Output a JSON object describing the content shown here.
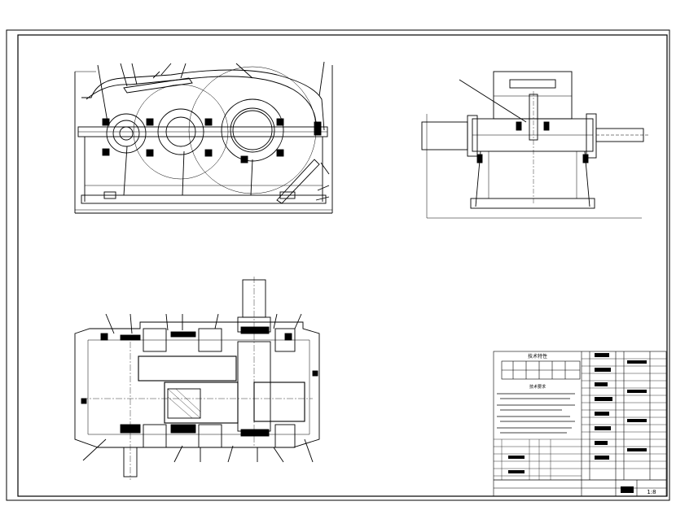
{
  "drawing": {
    "tech_table_title": "技术特性",
    "tech_requirements_title": "技术要求",
    "scale_label": "1:8"
  },
  "colors": {
    "line": "#000000",
    "background": "#ffffff"
  },
  "icons": [
    "gearbox-front-view",
    "gearbox-side-view",
    "gearbox-top-section-view"
  ]
}
